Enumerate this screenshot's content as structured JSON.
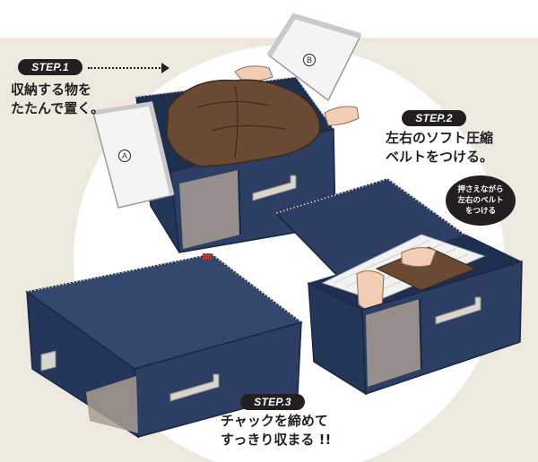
{
  "steps": [
    {
      "label": "STEP.1",
      "lines": [
        "収納する物を",
        "たたんで置く。"
      ]
    },
    {
      "label": "STEP.2",
      "lines": [
        "左右のソフト圧縮",
        "ベルトをつける。"
      ]
    },
    {
      "label": "STEP.3",
      "lines": [
        "チャックを締めて",
        "すっきり収まる !!"
      ]
    }
  ],
  "flap_marks": {
    "a": "A",
    "b": "B"
  },
  "callout": {
    "lines": [
      "押さえながら",
      "左右のベルト",
      "をつける"
    ]
  },
  "colors": {
    "navy": "#2c3e63",
    "cloth": "#6b4a33",
    "beige_band": "#ede9de",
    "ink": "#231f20"
  }
}
